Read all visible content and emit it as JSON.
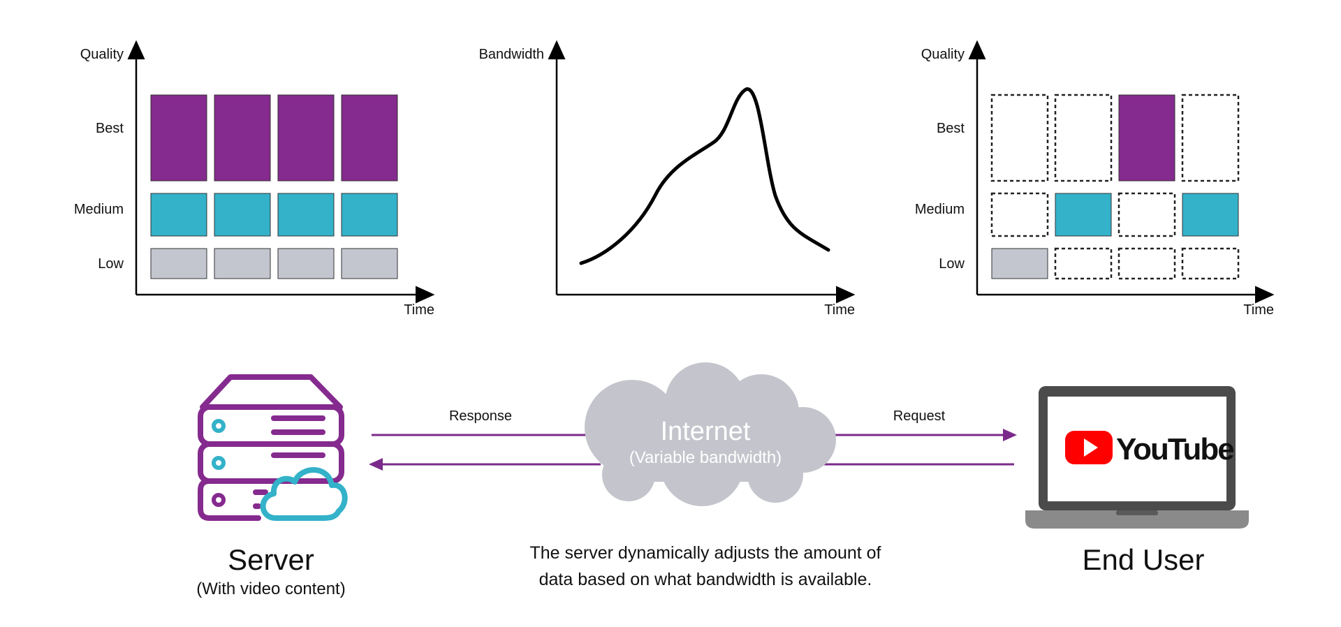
{
  "colors": {
    "best": "#852a8e",
    "medium": "#33b2c9",
    "low": "#c3c5cf",
    "axis": "#000000",
    "arrow": "#7b2a8b",
    "cloud": "#c4c5cc",
    "cloud_text": "#ffffff",
    "server_purple": "#852a8e",
    "server_teal": "#33b2c9",
    "laptop": "#4b4b4b",
    "youtube_red": "#ff0000"
  },
  "charts": {
    "left": {
      "y_axis_label": "Quality",
      "x_axis_label": "Time",
      "levels": [
        "Best",
        "Medium",
        "Low"
      ],
      "columns": 4,
      "filled_level_per_column": [
        "all",
        "all",
        "all",
        "all"
      ]
    },
    "middle": {
      "y_axis_label": "Bandwidth",
      "x_axis_label": "Time"
    },
    "right": {
      "y_axis_label": "Quality",
      "x_axis_label": "Time",
      "levels": [
        "Best",
        "Medium",
        "Low"
      ],
      "columns": 4,
      "filled_level_per_column": [
        "Low",
        "Medium",
        "Best",
        "Medium"
      ]
    }
  },
  "diagram": {
    "server_title": "Server",
    "server_subtitle": "(With video content)",
    "cloud_title": "Internet",
    "cloud_subtitle": "(Variable bandwidth)",
    "response_label": "Response",
    "request_label": "Request",
    "end_user_title": "End User",
    "youtube_wordmark": "YouTube",
    "caption_line1": "The server dynamically adjusts the amount of",
    "caption_line2": "data based on what bandwidth is available."
  }
}
